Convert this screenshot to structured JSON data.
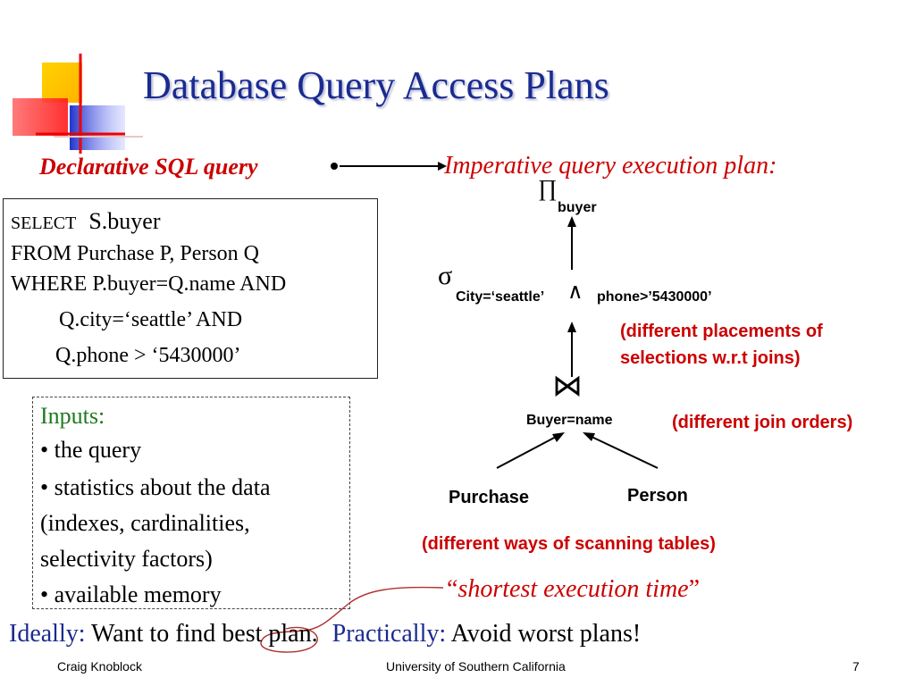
{
  "slide": {
    "title": "Database Query Access Plans",
    "declarative_label": "Declarative SQL query",
    "imperative_label": "Imperative query execution plan:",
    "sql": {
      "select_kw": "SELECT",
      "select_rest": "S.buyer",
      "from_line": "FROM Purchase P, Person Q",
      "where_line": "WHERE P.buyer=Q.name AND",
      "city_line": "Q.city=‘seattle’ AND",
      "phone_line": "Q.phone > ‘5430000’"
    },
    "plan": {
      "projection_symbol": "∏",
      "projection_attr": "buyer",
      "selection_symbol": "σ",
      "selection_cond_1": "City=‘seattle’",
      "and_symbol": "∧",
      "selection_cond_2": "phone>’5430000’",
      "join_symbol": "⋈",
      "join_cond": "Buyer=name",
      "left_table": "Purchase",
      "right_table": "Person"
    },
    "notes": {
      "selection_placement_1": "(different placements of",
      "selection_placement_2": "selections w.r.t joins)",
      "join_orders": "(different join orders)",
      "scanning": "(different ways of scanning tables)",
      "quote_open": "“",
      "shortest": "shortest execution time",
      "quote_close": "”"
    },
    "inputs": {
      "heading": "Inputs:",
      "items": [
        "•  the query",
        "•  statistics about the data",
        "(indexes, cardinalities,",
        "selectivity factors)",
        "•  available memory"
      ]
    },
    "bottom": {
      "ideally_label": "Ideally:",
      "ideally_text": " Want to find best plan.",
      "practically_label": "Practically:",
      "practically_text": " Avoid worst plans!"
    },
    "footer": {
      "author": "Craig Knoblock",
      "institution": "University of Southern California",
      "page": "7"
    },
    "colors": {
      "title": "#1a2b8f",
      "accent_red": "#cc0000",
      "inputs_green": "#1e7a1e"
    }
  }
}
